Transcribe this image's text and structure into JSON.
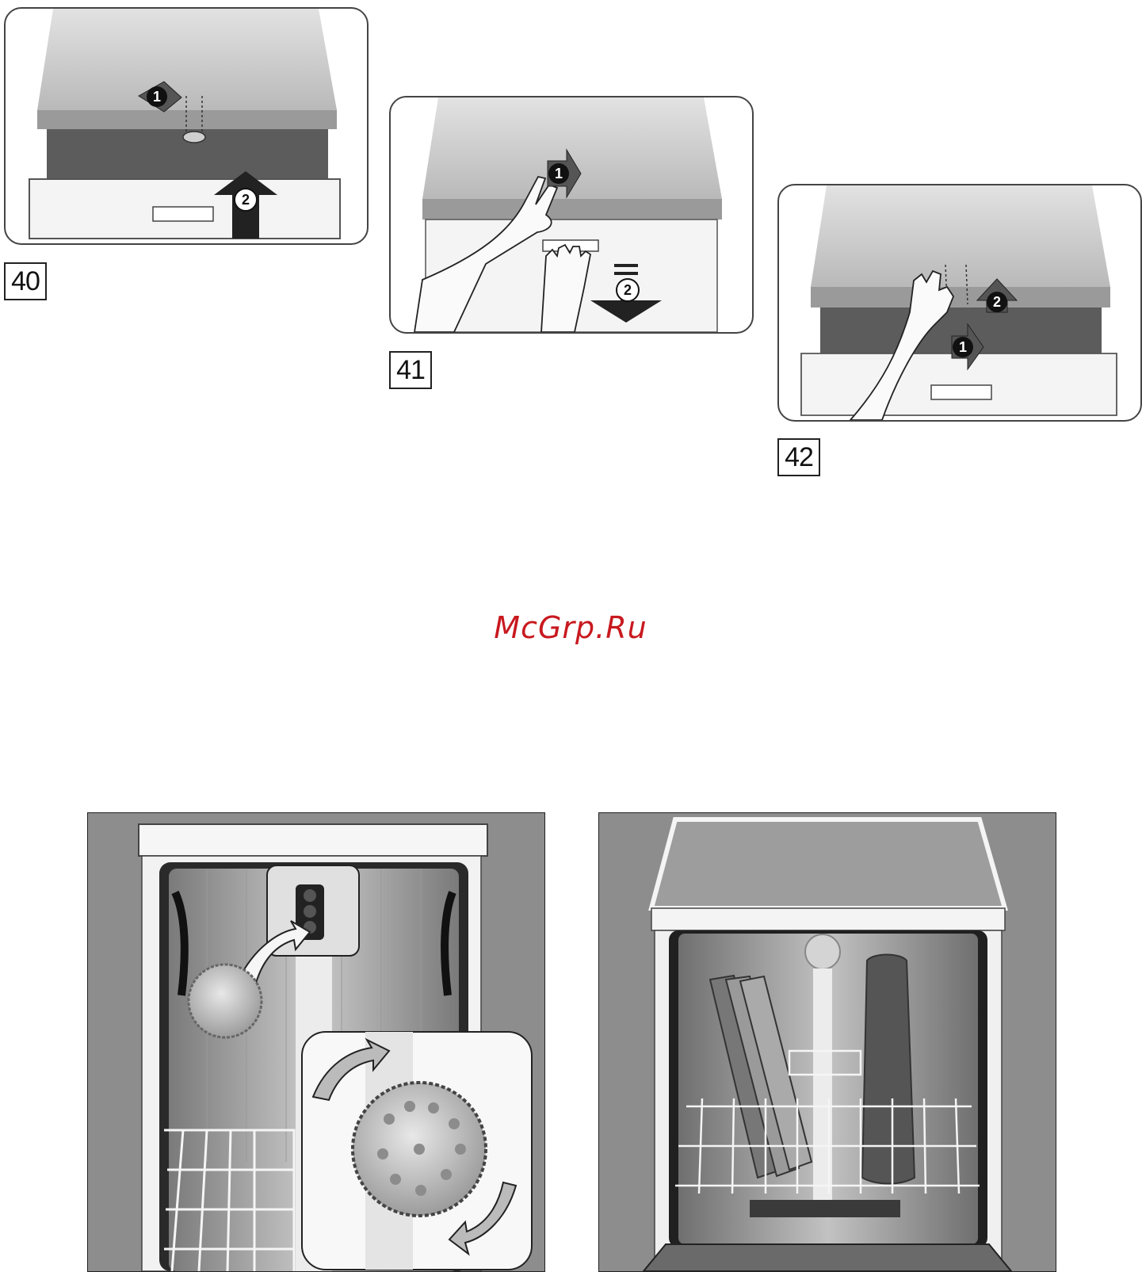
{
  "figures": [
    {
      "label": "40",
      "step1_marker": "1",
      "step2_marker": "2"
    },
    {
      "label": "41",
      "step1_marker": "1",
      "step2_marker": "2"
    },
    {
      "label": "42",
      "step1_marker": "1",
      "step2_marker": "2"
    }
  ],
  "watermark": "McGrp.Ru"
}
